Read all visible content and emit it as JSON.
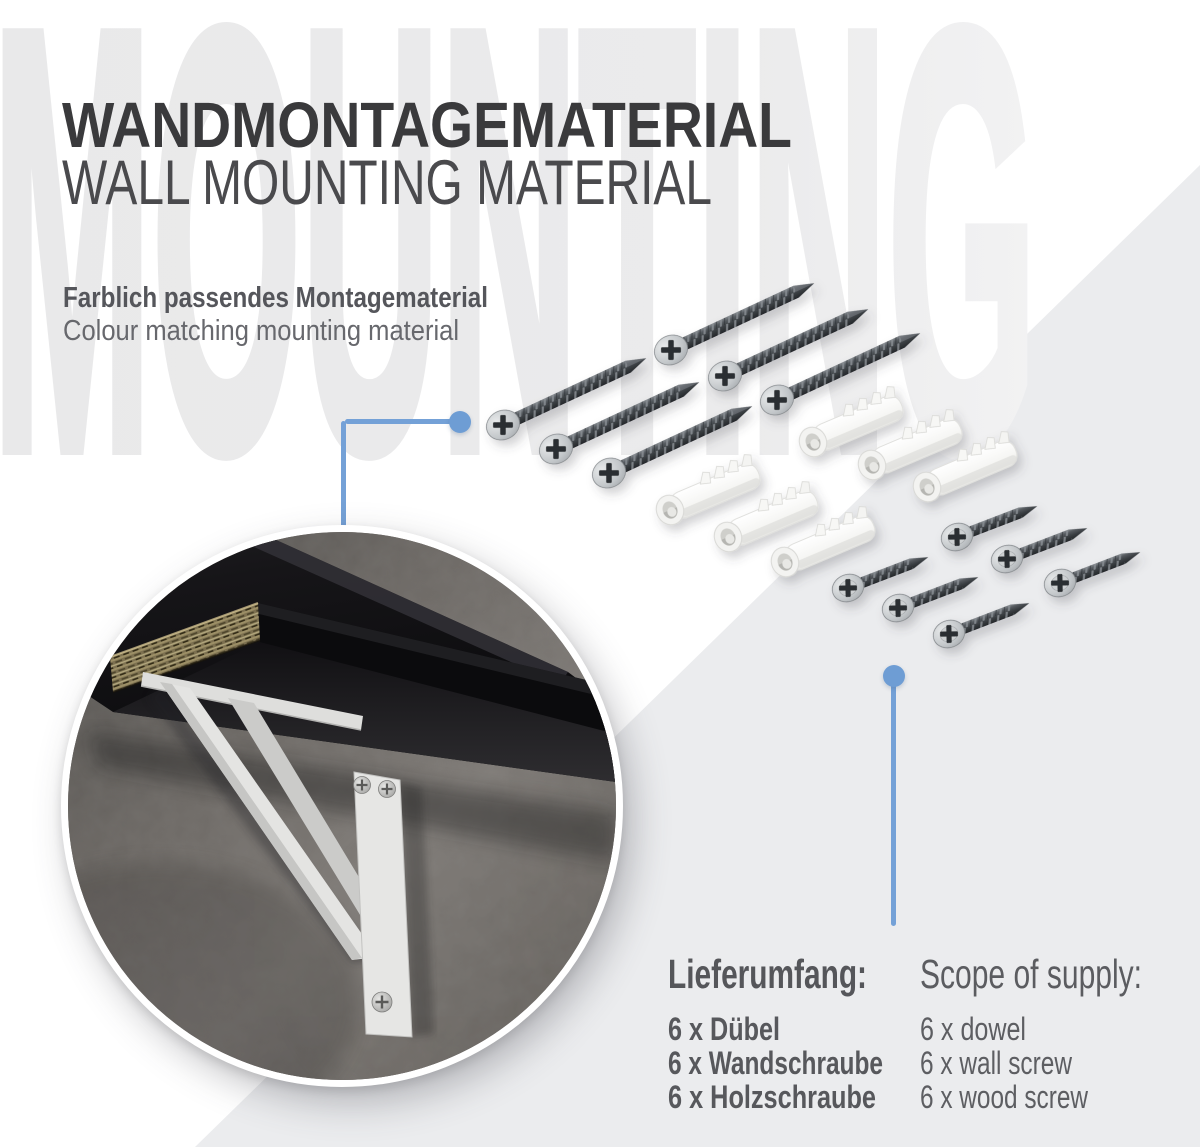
{
  "watermark": "MOUNTING",
  "header": {
    "title": "WANDMONTAGEMATERIAL",
    "subtitle": "WALL MOUNTING MATERIAL"
  },
  "callout": {
    "heading_de": "Farblich passendes Montagematerial",
    "heading_en": "Colour matching mounting material"
  },
  "supply": {
    "de": {
      "heading": "Lieferumfang:",
      "items": [
        "6 x Dübel",
        "6 x Wandschraube",
        "6 x Holzschraube"
      ]
    },
    "en": {
      "heading": "Scope of supply:",
      "items": [
        "6 x dowel",
        "6 x wall screw",
        "6 x wood screw"
      ]
    }
  },
  "illustration": {
    "long_screw_count": 6,
    "dowel_count": 6,
    "short_screw_count": 6,
    "photo_subject": "black wall shelf on white triangle bracket",
    "icons": [
      "wood-screw-icon",
      "dowel-icon",
      "wall-screw-icon"
    ]
  },
  "colors": {
    "accent_blue": "#74a1d7",
    "background_gray": "#ebecee",
    "watermark_gray": "#eaeaea",
    "title_dark": "#3a3a3c",
    "text_gray": "#55565a"
  }
}
